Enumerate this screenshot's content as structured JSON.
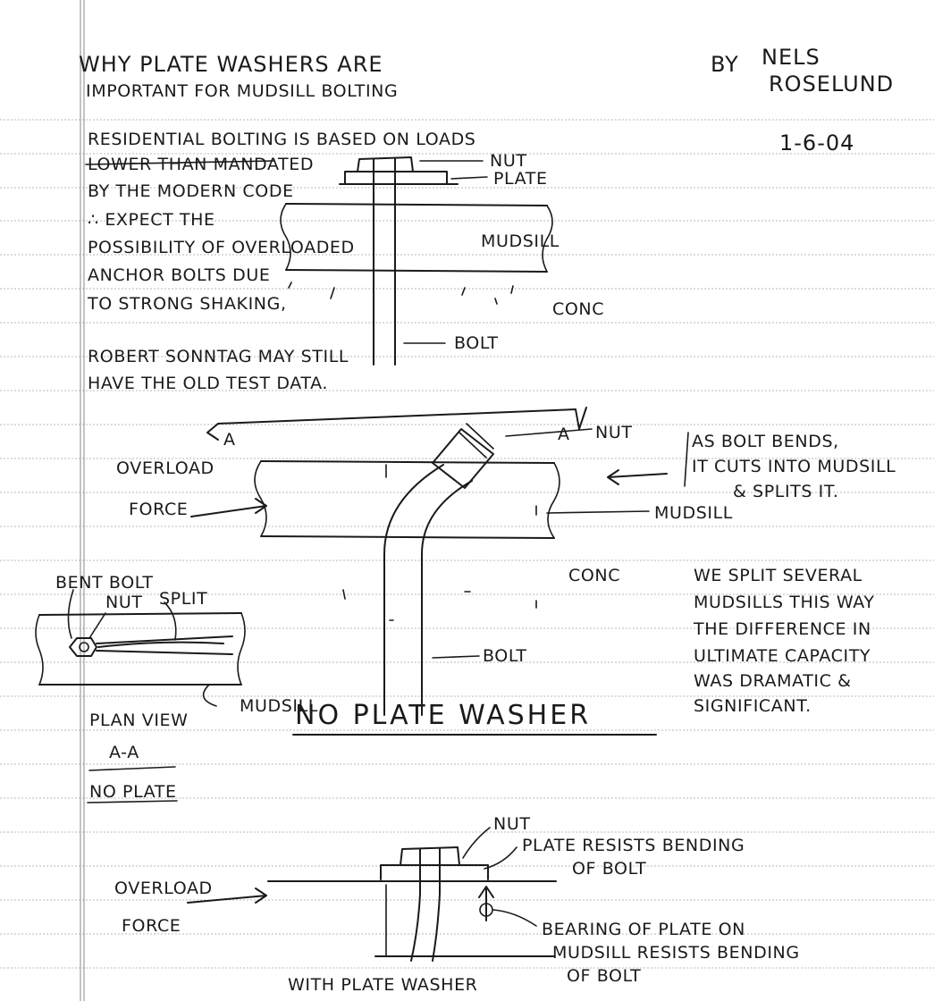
{
  "header": {
    "title_line1": "WHY PLATE WASHERS ARE",
    "title_line2": "IMPORTANT FOR MUDSILL BOLTING",
    "author_by": "BY",
    "author_first": "NELS",
    "author_last": "ROSELUND",
    "date": "1-6-04"
  },
  "notes": {
    "lines": [
      "RESIDENTIAL BOLTING IS BASED ON LOADS",
      "LOWER THAN MANDATED",
      "BY THE MODERN CODE",
      "∴ EXPECT THE",
      "POSSIBILITY OF OVERLOADED",
      "ANCHOR BOLTS DUE",
      "TO STRONG SHAKING,",
      "ROBERT SONNTAG MAY STILL",
      "HAVE THE OLD TEST DATA."
    ]
  },
  "fig_section": {
    "nut": "NUT",
    "plate": "PLATE",
    "mudsill": "MUDSILL",
    "conc": "CONC",
    "bolt": "BOLT",
    "cut_left": "A",
    "cut_right": "A"
  },
  "fig_no_washer": {
    "nut": "NUT",
    "overload_line1": "OVERLOAD",
    "overload_line2": "FORCE",
    "mudsill": "MUDSILL",
    "conc": "CONC",
    "bolt": "BOLT",
    "bend_note": [
      "AS BOLT BENDS,",
      "IT CUTS INTO MUDSILL",
      "& SPLITS IT."
    ],
    "split_note": [
      "WE SPLIT SEVERAL",
      "MUDSILLS THIS WAY",
      "THE DIFFERENCE IN",
      "ULTIMATE CAPACITY",
      "WAS DRAMATIC &",
      "SIGNIFICANT."
    ],
    "caption": "NO PLATE WASHER"
  },
  "fig_plan": {
    "bent_bolt": "BENT BOLT",
    "nut": "NUT",
    "split": "SPLIT",
    "mudsill": "MUDSILL",
    "title_line1": "PLAN VIEW",
    "title_line2": "A-A",
    "title_line3": "NO PLATE"
  },
  "fig_with_washer": {
    "nut": "NUT",
    "plate_note": [
      "PLATE RESISTS BENDING",
      "OF BOLT"
    ],
    "overload_line1": "OVERLOAD",
    "overload_line2": "FORCE",
    "bearing_note": [
      "BEARING OF PLATE ON",
      "MUDSILL RESISTS BENDING",
      "OF BOLT"
    ],
    "caption": "WITH PLATE WASHER"
  }
}
